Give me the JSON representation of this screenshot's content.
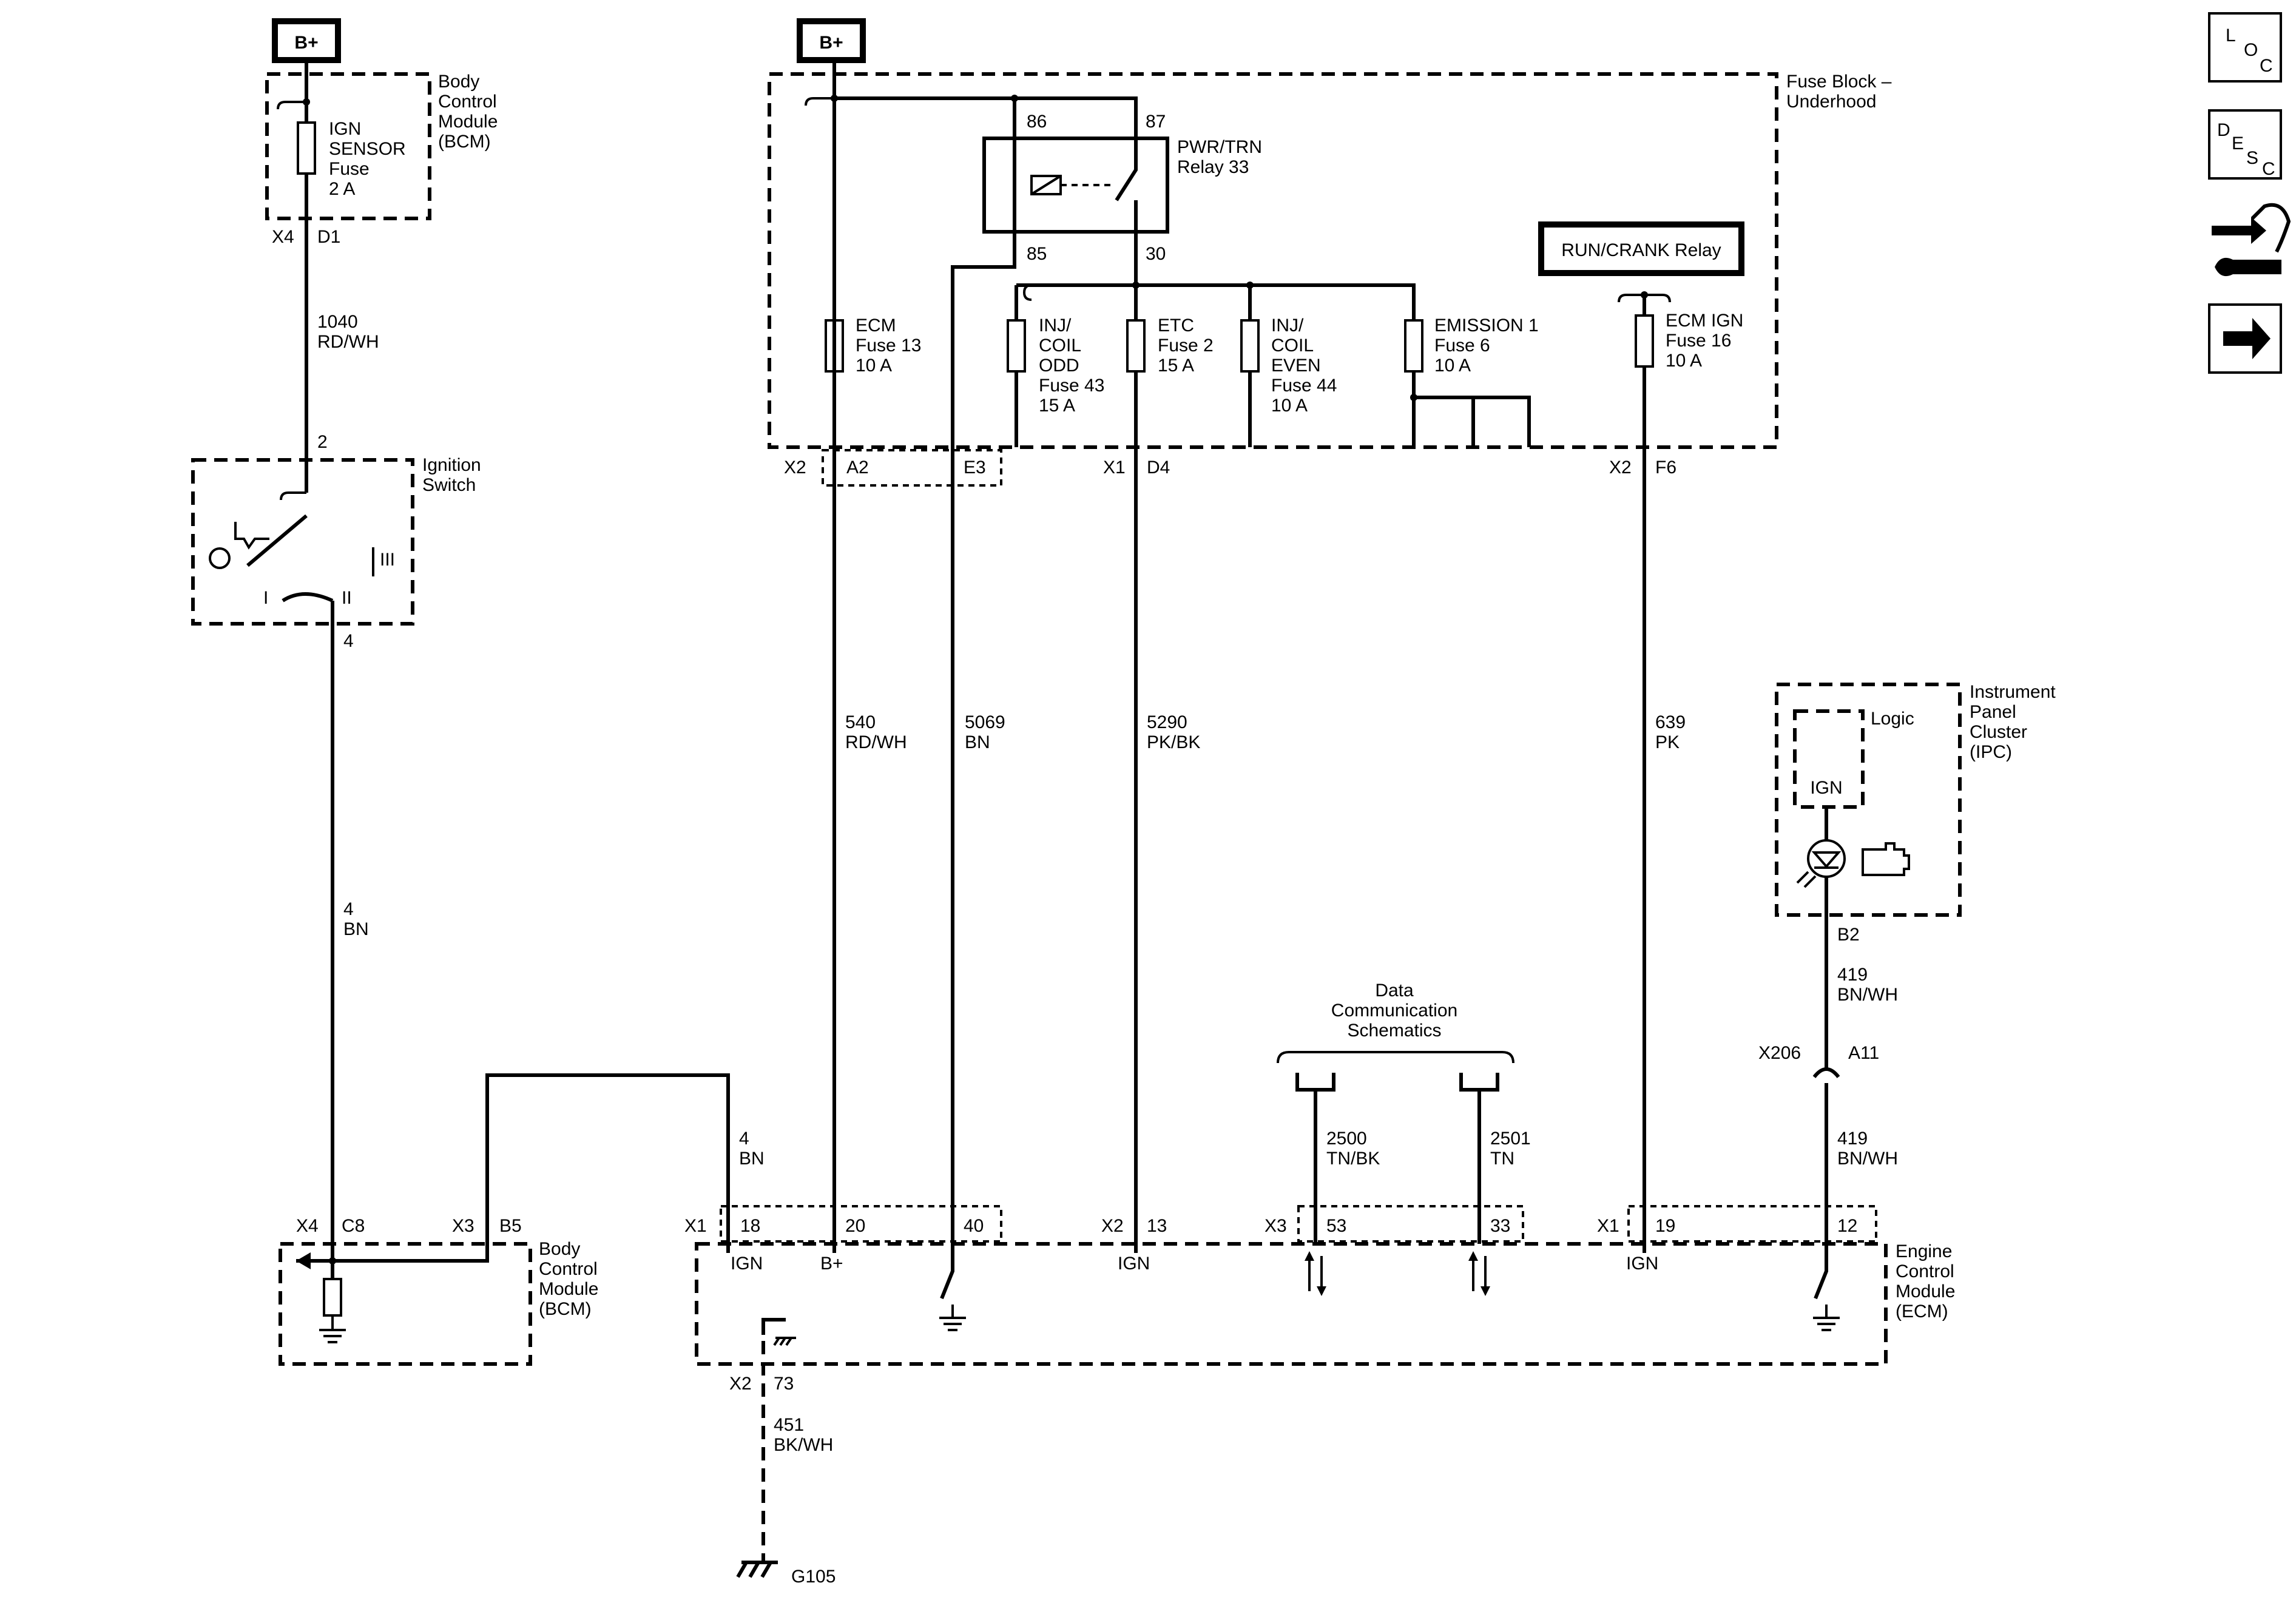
{
  "supply": {
    "left": "B+",
    "center": "B+"
  },
  "bcm_top": {
    "name": [
      "Body",
      "Control",
      "Module",
      "(BCM)"
    ],
    "fuse": [
      "IGN",
      "SENSOR",
      "Fuse",
      "2 A"
    ],
    "connector": "X4",
    "pin": "D1"
  },
  "wire_1040": {
    "num": "1040",
    "color": "RD/WH"
  },
  "ignition": {
    "name": [
      "Ignition",
      "Switch"
    ],
    "pin_in": "2",
    "pin_out": "4",
    "pos_i": "I",
    "pos_ii": "II",
    "pos_iii": "III"
  },
  "wire_4_left": {
    "num": "4",
    "color": "BN"
  },
  "bcm_bottom": {
    "name": [
      "Body",
      "Control",
      "Module",
      "(BCM)"
    ],
    "conn_a": "X4",
    "pin_a": "C8",
    "conn_b": "X3",
    "pin_b": "B5"
  },
  "wire_4_right": {
    "num": "4",
    "color": "BN"
  },
  "fuse_block": {
    "name": [
      "Fuse Block –",
      "Underhood"
    ],
    "relay": [
      "PWR/TRN",
      "Relay 33"
    ],
    "relay_pins": {
      "p86": "86",
      "p87": "87",
      "p85": "85",
      "p30": "30"
    },
    "run_crank": "RUN/CRANK Relay",
    "fuses": {
      "ecm": [
        "ECM",
        "Fuse 13",
        "10 A"
      ],
      "injodd": [
        "INJ/",
        "COIL",
        "ODD",
        "Fuse 43",
        "15 A"
      ],
      "etc": [
        "ETC",
        "Fuse 2",
        "15 A"
      ],
      "injeven": [
        "INJ/",
        "COIL",
        "EVEN",
        "Fuse 44",
        "10 A"
      ],
      "emission": [
        "EMISSION 1",
        "Fuse 6",
        "10 A"
      ],
      "ecmign": [
        "ECM IGN",
        "Fuse 16",
        "10 A"
      ]
    },
    "connectors": {
      "x2a": "X2",
      "a2": "A2",
      "e3": "E3",
      "x1": "X1",
      "d4": "D4",
      "x2b": "X2",
      "f6": "F6"
    }
  },
  "wires": {
    "w540": {
      "num": "540",
      "color": "RD/WH"
    },
    "w5069": {
      "num": "5069",
      "color": "BN"
    },
    "w5290": {
      "num": "5290",
      "color": "PK/BK"
    },
    "w639": {
      "num": "639",
      "color": "PK"
    },
    "w2500": {
      "num": "2500",
      "color": "TN/BK"
    },
    "w2501": {
      "num": "2501",
      "color": "TN"
    },
    "w419a": {
      "num": "419",
      "color": "BN/WH"
    },
    "w419b": {
      "num": "419",
      "color": "BN/WH"
    },
    "w451": {
      "num": "451",
      "color": "BK/WH"
    }
  },
  "ipc": {
    "name": [
      "Instrument",
      "Panel",
      "Cluster",
      "(IPC)"
    ],
    "logic": "Logic",
    "ign": "IGN",
    "pin": "B2"
  },
  "x206": {
    "conn": "X206",
    "pin": "A11"
  },
  "data_comm": [
    "Data",
    "Communication",
    "Schematics"
  ],
  "ecm": {
    "name": [
      "Engine",
      "Control",
      "Module",
      "(ECM)"
    ],
    "x1a": "X1",
    "p18": "18",
    "p20": "20",
    "p40": "40",
    "x2": "X2",
    "p13": "13",
    "x3": "X3",
    "p53": "53",
    "p33": "33",
    "x1b": "X1",
    "p19": "19",
    "p12": "12",
    "ign1": "IGN",
    "bplus": "B+",
    "ign2": "IGN",
    "ign3": "IGN",
    "gconn": "X2",
    "gpin": "73"
  },
  "ground": "G105",
  "nav": {
    "loc": [
      "L",
      "O",
      "C"
    ],
    "desc": [
      "D",
      "E",
      "S",
      "C"
    ]
  }
}
